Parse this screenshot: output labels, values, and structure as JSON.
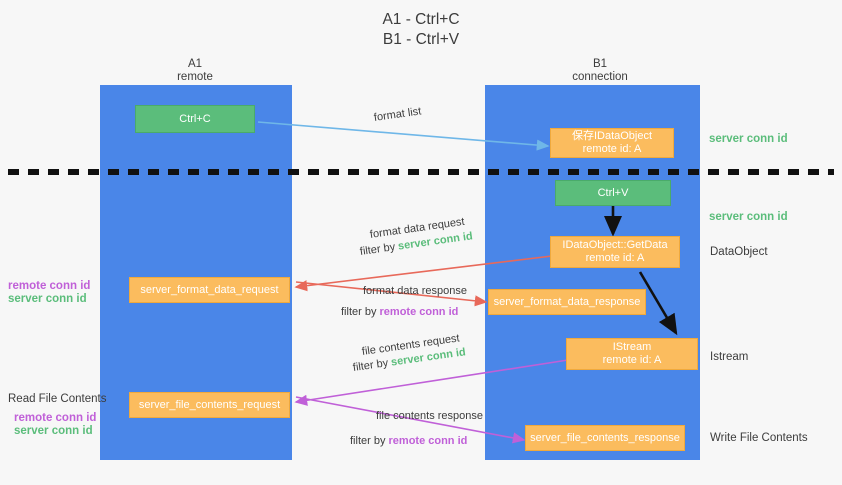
{
  "title": {
    "line1": "A1 - Ctrl+C",
    "line2": "B1 - Ctrl+V"
  },
  "lanes": [
    {
      "id": "a1",
      "name": "A1",
      "sub": "remote"
    },
    {
      "id": "b1",
      "name": "B1",
      "sub": "connection"
    }
  ],
  "boxes": {
    "ctrl_c": {
      "line1": "Ctrl+C"
    },
    "ctrl_v": {
      "line1": "Ctrl+V"
    },
    "save_dataobject": {
      "line1": "保存IDataObject",
      "line2": "remote id: A"
    },
    "getdata": {
      "line1": "IDataObject::GetData",
      "line2": "remote id: A"
    },
    "istream": {
      "line1": "IStream",
      "line2": "remote id: A"
    },
    "format_data_request": {
      "line1": "server_format_data_request"
    },
    "format_data_response": {
      "line1": "server_format_data_response"
    },
    "file_contents_request": {
      "line1": "server_file_contents_request"
    },
    "file_contents_response": {
      "line1": "server_file_contents_response"
    }
  },
  "captions": {
    "format_list": "format list",
    "fdreq_title": "format data request",
    "fdreq_filter_pre": "filter by ",
    "fdreq_filter_key": "server conn id",
    "fdresp_title": "format data response",
    "fdresp_filter_pre": "filter by ",
    "fdresp_filter_key": "remote conn id",
    "fcreq_title": "file contents request",
    "fcreq_filter_pre": "filter by ",
    "fcreq_filter_key": "server conn id",
    "fcresp_title": "file contents response",
    "fcresp_filter_pre": "filter by ",
    "fcresp_filter_key": "remote conn id"
  },
  "right_labels": {
    "server_conn_id_top": "server conn id",
    "server_conn_id_mid": "server conn id",
    "dataobject": "DataObject",
    "istream": "Istream",
    "write_file_contents": "Write File Contents"
  },
  "left_labels": {
    "remote_conn_id_1": "remote conn id",
    "server_conn_id_1": "server conn id",
    "read_file_contents": "Read File Contents",
    "remote_conn_id_2": "remote conn id",
    "server_conn_id_2": "server conn id"
  },
  "colors": {
    "lane": "#4a86e8",
    "orange": "#fbbc5e",
    "green": "#5bbd7b",
    "magenta": "#c060d8",
    "red_arrow": "#e8695a",
    "blue_arrow": "#6fb7e8",
    "black_arrow": "#000000",
    "background": "#f7f7f7"
  }
}
